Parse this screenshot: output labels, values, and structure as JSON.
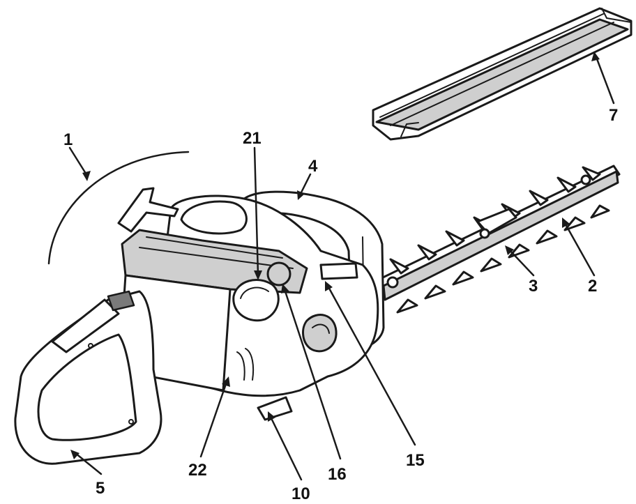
{
  "callouts": {
    "c1": "1",
    "c2": "2",
    "c3": "3",
    "c4": "4",
    "c5": "5",
    "c7": "7",
    "c10": "10",
    "c15": "15",
    "c16": "16",
    "c21": "21",
    "c22": "22"
  },
  "colors": {
    "line": "#1a1a1a",
    "body_shade": "#cfcfcf",
    "dark_shade": "#7a7a7a",
    "background": "#ffffff"
  }
}
